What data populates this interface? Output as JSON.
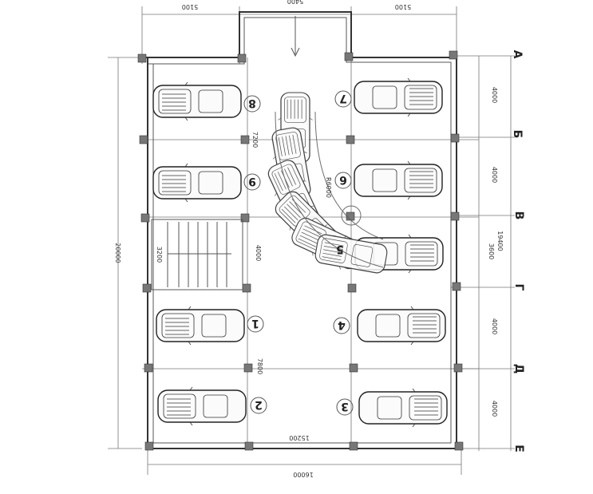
{
  "dims": {
    "top_left": "5100",
    "top_mid": "5400",
    "top_right": "5100",
    "left_total": "20000",
    "inner_7200": "7200",
    "inner_4000": "4000",
    "stair_dim": "3200",
    "inner_7800": "7800",
    "bottom_inner": "15200",
    "bottom_total": "16000",
    "right_4000_a": "4000",
    "right_4000_b": "4000",
    "right_total": "19400",
    "right_3600": "3600",
    "right_4000_c": "4000",
    "right_4000_d": "4000",
    "radius": "R6000"
  },
  "axes": [
    "A",
    "Б",
    "В",
    "Г",
    "Д",
    "Е"
  ],
  "spaces": [
    "1",
    "2",
    "3",
    "4",
    "5",
    "6",
    "7",
    "8",
    "9"
  ]
}
